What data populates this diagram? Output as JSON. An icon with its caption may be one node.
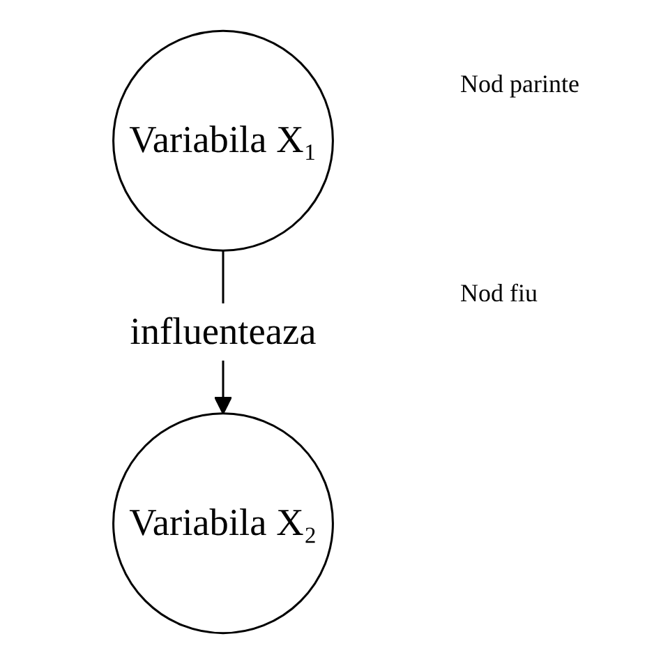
{
  "diagram": {
    "nodes": [
      {
        "text": [
          "Variabila X₁"
        ]
      },
      {
        "text": [
          "Variabila X₂"
        ]
      }
    ],
    "edges": [
      {
        "from": 0,
        "to": 1,
        "arrow": "to",
        "label": "influenteaza"
      }
    ],
    "labels": [
      "Nod parinte",
      "Nod fiu"
    ]
  }
}
